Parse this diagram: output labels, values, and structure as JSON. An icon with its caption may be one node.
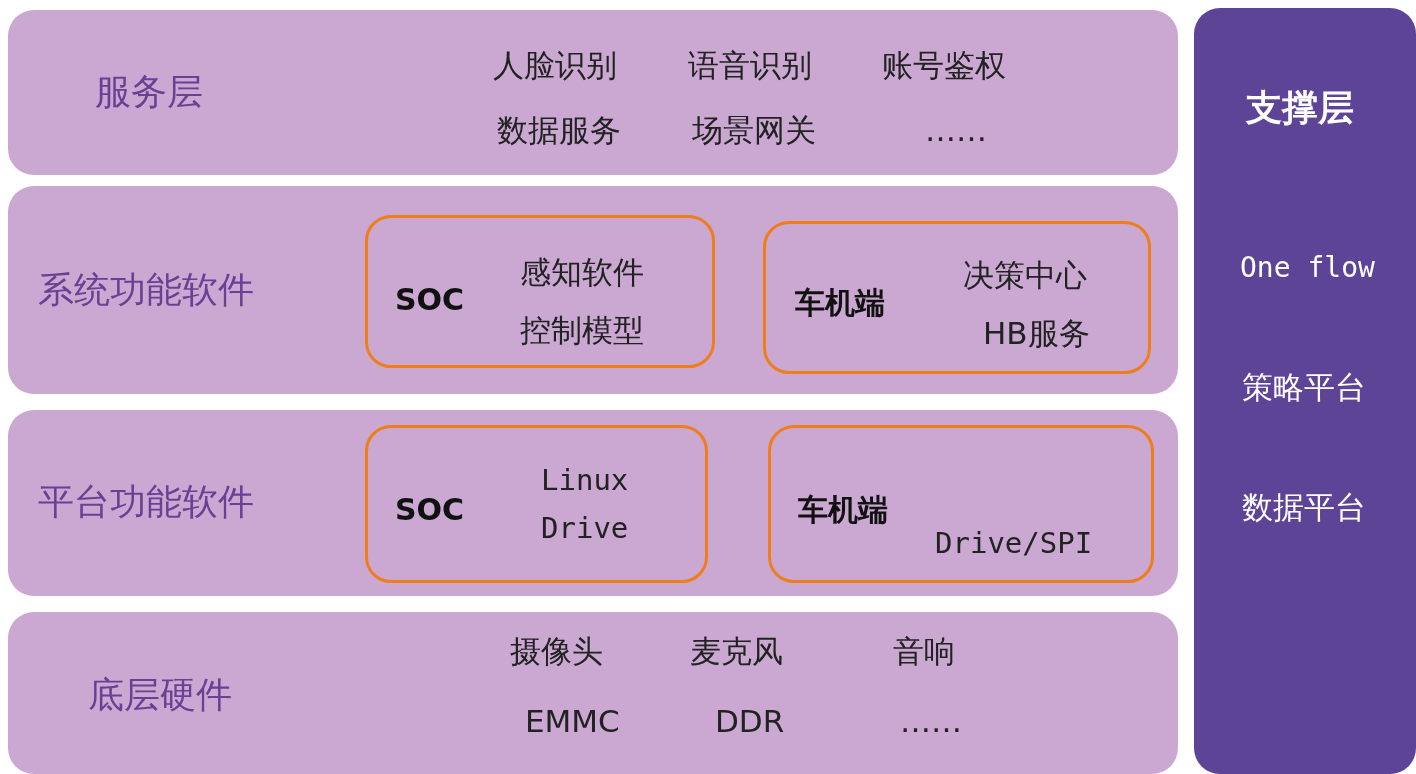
{
  "diagram": {
    "nodes": [
      {
        "text": [
          "服务层",
          "人脸识别",
          "语音识别",
          "账号鉴权",
          "数据服务",
          "场景网关",
          "……"
        ]
      },
      {
        "text": [
          "系统功能软件"
        ]
      },
      {
        "text": [
          "SOC",
          "感知软件",
          "控制模型"
        ],
        "in": 1
      },
      {
        "text": [
          "车机端",
          "决策中心",
          "HB服务"
        ],
        "in": 1
      },
      {
        "text": [
          "平台功能软件"
        ]
      },
      {
        "text": [
          "SOC",
          "Linux",
          "Drive"
        ],
        "in": 4
      },
      {
        "text": [
          "车机端",
          "Drive/SPI"
        ],
        "in": 4
      },
      {
        "text": [
          "底层硬件",
          "摄像头",
          "麦克风",
          "音响",
          "EMMC",
          "DDR",
          "……"
        ]
      },
      {
        "text": [
          "支撑层",
          "One flow",
          "策略平台",
          "数据平台"
        ]
      }
    ]
  }
}
